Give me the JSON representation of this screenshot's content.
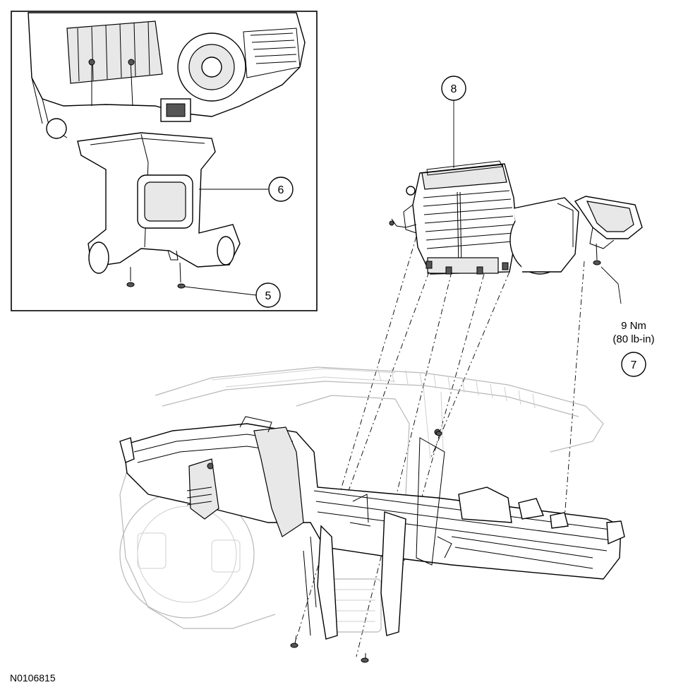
{
  "callouts": [
    {
      "id": "callout-8",
      "label": "8"
    },
    {
      "id": "callout-6",
      "label": "6"
    },
    {
      "id": "callout-5",
      "label": "5"
    },
    {
      "id": "callout-7",
      "label": "7"
    }
  ],
  "torque": {
    "metric": "9 Nm",
    "imperial": "(80 lb-in)"
  },
  "figure_id": "N0106815"
}
